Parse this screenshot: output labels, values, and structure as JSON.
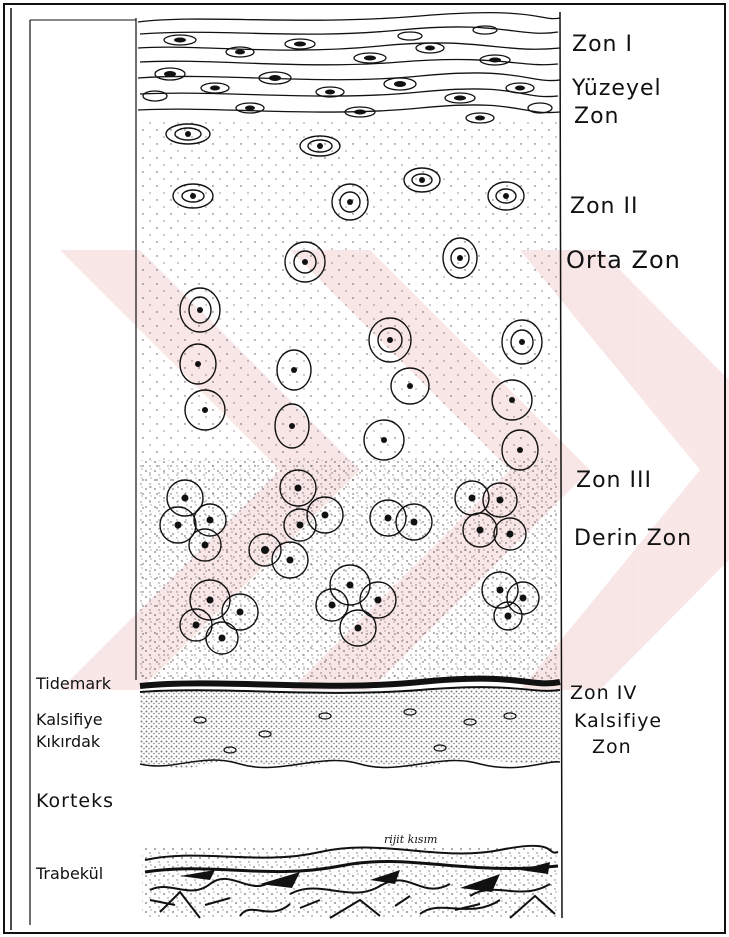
{
  "labels": {
    "right": {
      "zone1": "Zon I",
      "superficial_line1": "Yüzeyel",
      "superficial_line2": "Zon",
      "zone2": "Zon II",
      "middle": "Orta Zon",
      "zone3": "Zon III",
      "deep": "Derin Zon",
      "zone4": "Zon IV",
      "calcified_line1": "Kalsifiye",
      "calcified_line2": "Zon"
    },
    "left": {
      "tidemark": "Tidemark",
      "calc_cart_line1": "Kalsifiye",
      "calc_cart_line2": "Kıkırdak",
      "cortex": "Korteks",
      "trabecular": "Trabekül"
    },
    "small_note": "rijit kısım"
  },
  "colors": {
    "ink": "#111111",
    "paper": "#ffffff",
    "watermark": "#f6d6d6"
  }
}
